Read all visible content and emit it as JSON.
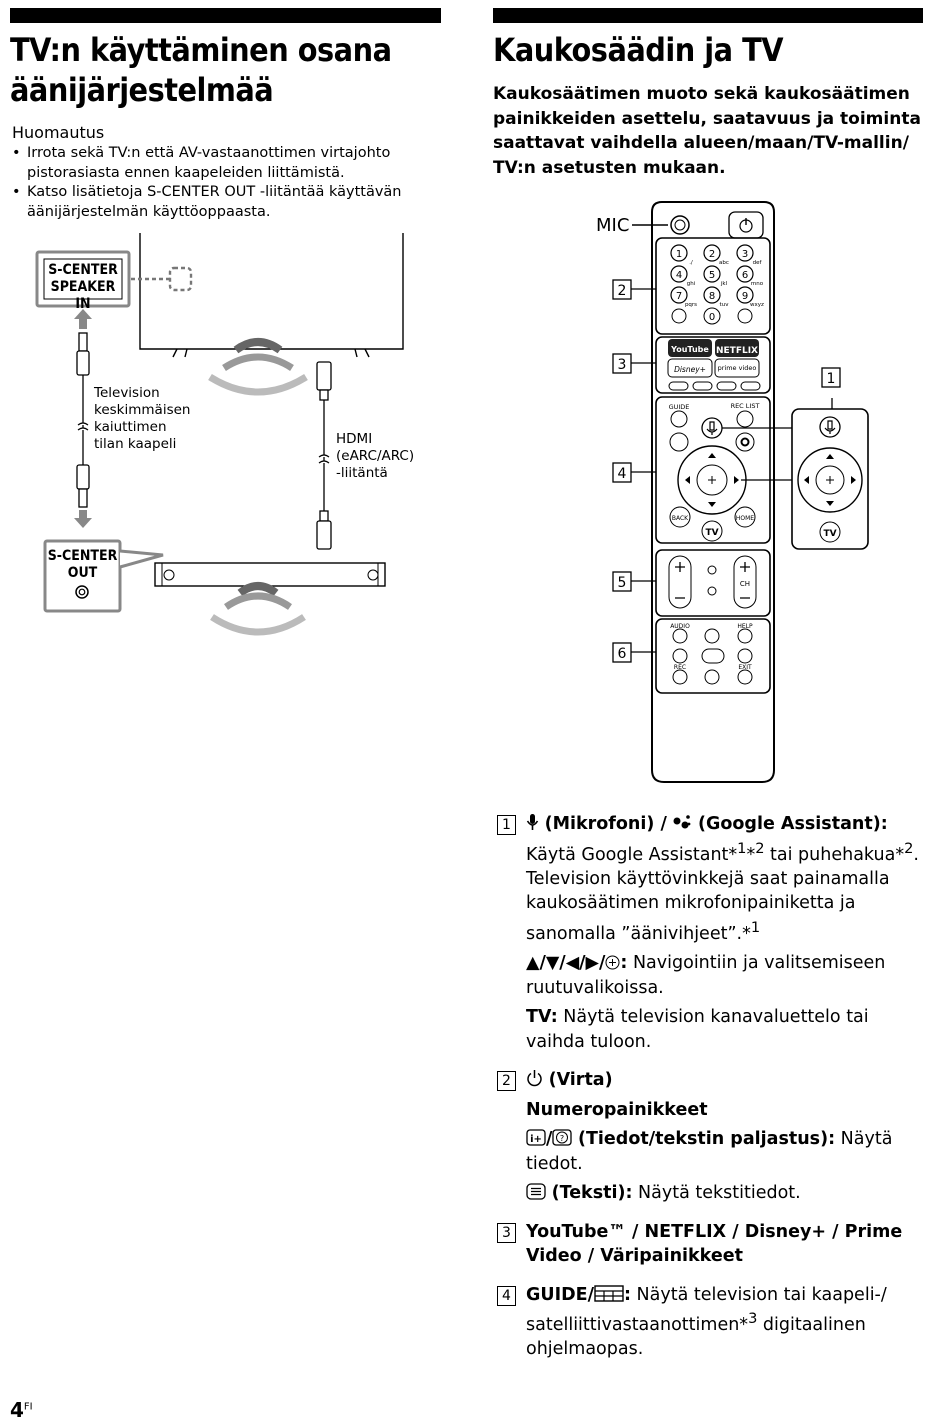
{
  "left": {
    "title_line1": "TV:n käyttäminen osana",
    "title_line2": "äänijärjestelmää",
    "note_heading": "Huomautus",
    "notes": [
      "Irrota sekä TV:n että AV-vastaanottimen virtajohto pistorasiasta ennen kaapeleiden liittämistä.",
      "Katso lisätietoja S-CENTER OUT -liitäntää käyttävän äänijärjestelmän käyttöoppaasta."
    ],
    "diagram": {
      "speaker_in_1": "S-CENTER",
      "speaker_in_2": "SPEAKER IN",
      "cable_label": [
        "Television",
        "keskimmäisen",
        "kaiuttimen",
        "tilan kaapeli"
      ],
      "hdmi_label": [
        "HDMI",
        "(eARC/ARC)",
        "-liitäntä"
      ],
      "out_1": "S-CENTER",
      "out_2": "OUT"
    }
  },
  "right": {
    "title": "Kaukosäädin ja TV",
    "lede": "Kaukosäätimen muoto sekä kaukosäätimen painikkeiden asettelu, saatavuus ja toiminta saattavat vaihdella alueen/maan/TV-mallin/ TV:n asetusten mukaan.",
    "remote": {
      "mic_label": "MIC",
      "callouts": [
        "1",
        "2",
        "3",
        "4",
        "5",
        "6"
      ],
      "keys": [
        "1",
        "2",
        "3",
        "4",
        "5",
        "6",
        "7",
        "8",
        "9",
        "0"
      ],
      "key_letters": [
        "./",
        "abc",
        "def",
        "ghi",
        "jkl",
        "mno",
        "pqrs",
        "tuv",
        "wxyz"
      ],
      "youtube": "YouTube",
      "netflix": "NETFLIX",
      "disney": "Disney+",
      "prime": "prime video",
      "guide": "GUIDE",
      "rec_list": "REC LIST",
      "back": "BACK",
      "home": "HOME",
      "tv": "TV",
      "ch": "CH",
      "audio": "AUDIO",
      "help": "HELP",
      "rec": "REC",
      "exit": "EXIT"
    },
    "entries": {
      "e1": {
        "num": "1",
        "head": "(Mikrofoni) /",
        "head2": "(Google Assistant):",
        "text_a": "Käytä Google Assistant*",
        "sup_a": "1",
        "mid": "*",
        "sup_b": "2",
        "text_b": " tai puhehakua*",
        "sup_c": "2",
        "text_c": ". Television käyttövinkkejä saat painamalla kaukosäätimen mikrofonipainiketta ja sanomalla ”äänivihjeet”.*",
        "sup_d": "1",
        "nav_head": "▲/▼/◀/▶/",
        "nav_text": " Navigointiin ja valitsemiseen ruutuvalikoissa.",
        "tv_head": "TV:",
        "tv_text": " Näytä television kanavaluettelo tai vaihda tuloon."
      },
      "e2": {
        "num": "2",
        "head": "(Virta)",
        "sub": "Numeropainikkeet",
        "info_head": "(Tiedot/tekstin paljastus):",
        "info_text": " Näytä tiedot.",
        "text_head": "(Teksti):",
        "text_text": " Näytä tekstitiedot."
      },
      "e3": {
        "num": "3",
        "head": "YouTube™ / NETFLIX / Disney+ / Prime Video / Väripainikkeet"
      },
      "e4": {
        "num": "4",
        "head": "GUIDE/",
        "text_a": " Näytä television tai kaapeli-/ satelliittivastaanottimen*",
        "sup": "3",
        "text_b": " digitaalinen ohjelmaopas."
      }
    }
  },
  "footer": {
    "page": "4",
    "suffix": "FI"
  }
}
